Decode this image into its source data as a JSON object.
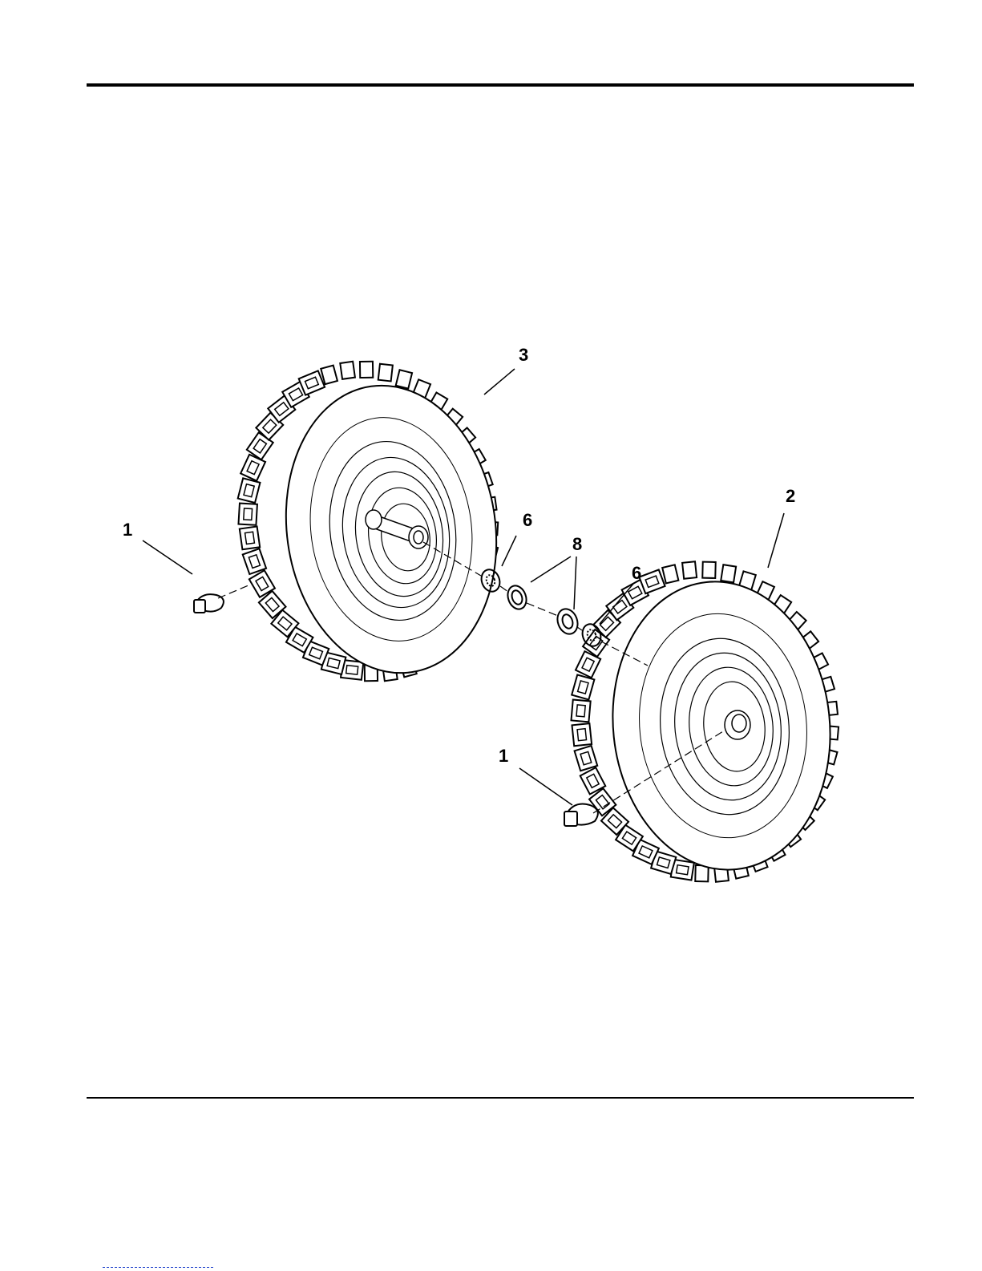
{
  "callouts": {
    "c1_left": "1",
    "c1_right": "1",
    "c2": "2",
    "c3": "3",
    "c6_left": "6",
    "c6_right": "6",
    "c8": "8"
  }
}
